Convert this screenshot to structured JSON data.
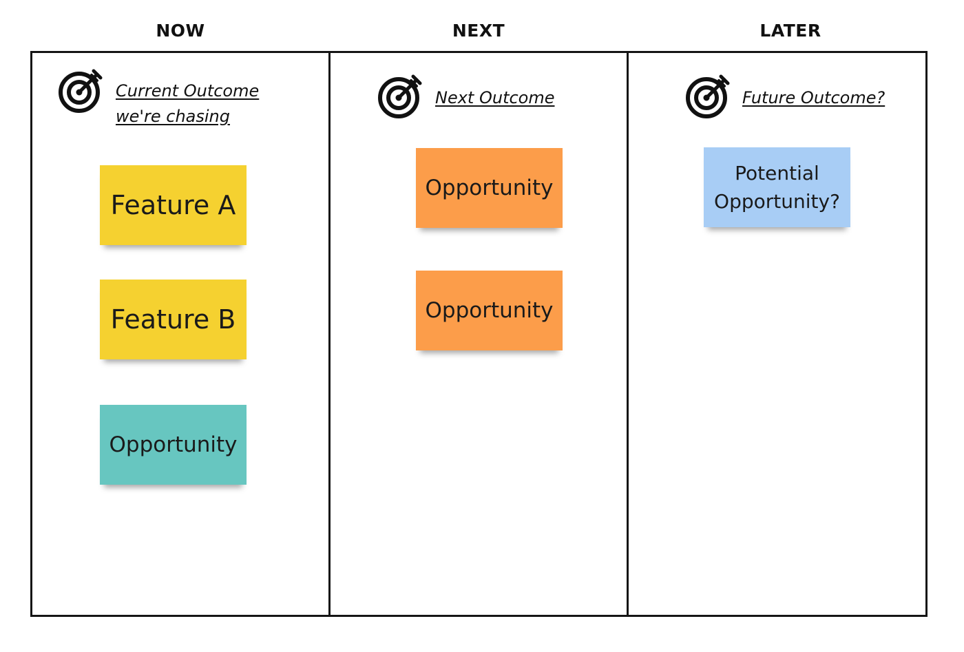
{
  "columns": [
    {
      "header": "NOW",
      "outcome_lines": [
        "Current Outcome ",
        "we're chasing"
      ],
      "notes": [
        {
          "text": "Feature A",
          "color": "#f5d130"
        },
        {
          "text": "Feature B",
          "color": "#f5d130"
        },
        {
          "text": "Opportunity",
          "color": "#67c6c0"
        }
      ]
    },
    {
      "header": "NEXT",
      "outcome_lines": [
        "Next Outcome"
      ],
      "notes": [
        {
          "text": "Opportunity",
          "color": "#fc9d4a"
        },
        {
          "text": "Opportunity",
          "color": "#fc9d4a"
        }
      ]
    },
    {
      "header": "LATER",
      "outcome_lines": [
        "Future Outcome?"
      ],
      "notes": [
        {
          "text": "Potential\nOpportunity?",
          "color": "#a8cdf5"
        }
      ]
    }
  ],
  "icon": "target-icon",
  "colors": {
    "border": "#151515",
    "feature_yellow": "#f5d130",
    "opportunity_teal": "#67c6c0",
    "opportunity_orange": "#fc9d4a",
    "potential_blue": "#a8cdf5"
  }
}
